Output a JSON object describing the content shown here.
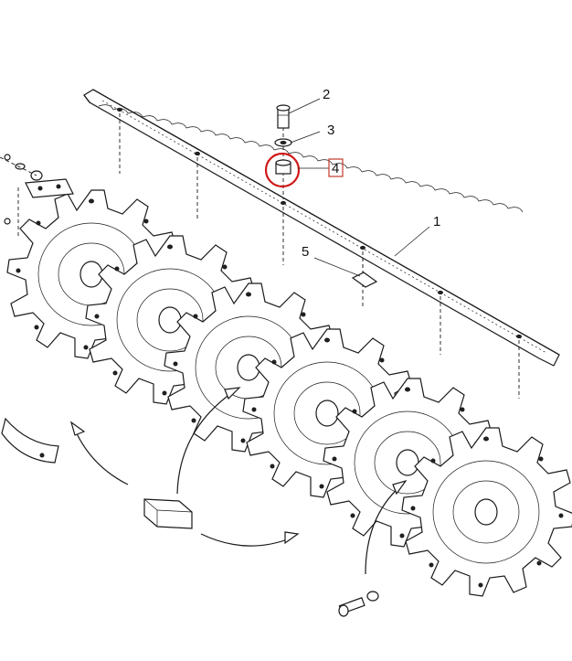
{
  "diagram": {
    "callouts": [
      {
        "id": "1",
        "text": "1"
      },
      {
        "id": "2",
        "text": "2"
      },
      {
        "id": "3",
        "text": "3"
      },
      {
        "id": "4",
        "text": "4"
      },
      {
        "id": "5",
        "text": "5"
      }
    ],
    "highlighted_part": "4",
    "colors": {
      "highlight": "#d01818",
      "callout_box": "#c0392b",
      "line": "#1a1a1a"
    }
  }
}
